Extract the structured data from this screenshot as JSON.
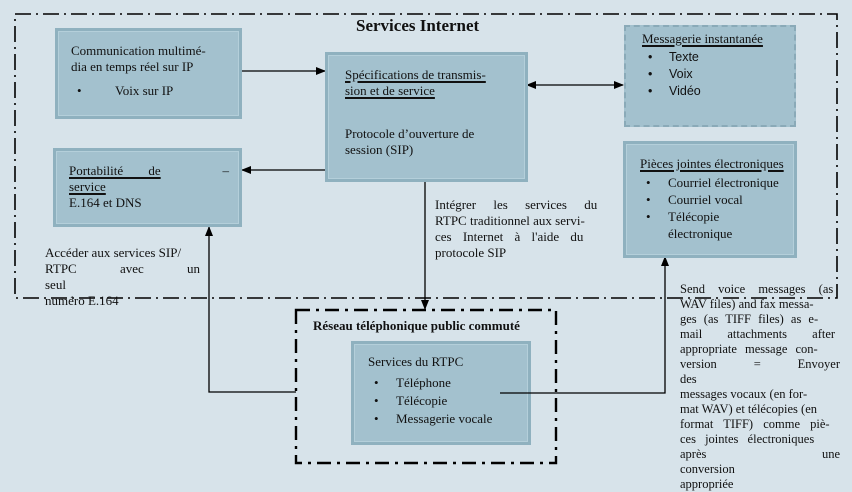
{
  "colors": {
    "background": "#d7e3ea",
    "box_fill": "#a3c1ce",
    "box_border": "#8fb1bf",
    "line": "#000000"
  },
  "regions": {
    "internet_services": {
      "title": "Services Internet",
      "border_style": "dash-dot"
    },
    "pstn": {
      "title": "Réseau téléphonique public commuté",
      "border_style": "dash-dot"
    }
  },
  "boxes": {
    "multimedia": {
      "title": "Communication multimé-dia en temps réel sur IP",
      "title_line1": "Communication multimé-",
      "title_line2": "dia en temps réel sur IP",
      "items": [
        "Voix sur IP"
      ]
    },
    "specs": {
      "title_line1": "Spécifications de transmis-",
      "title_line2": "sion et de service",
      "body_line1": "Protocole d’ouverture de",
      "body_line2": "session (SIP)"
    },
    "im": {
      "title": "Messagerie instantanée",
      "items": [
        "Texte",
        "Voix",
        "Vidéo"
      ]
    },
    "portability": {
      "title_line1": "Portabilité de service",
      "title_dash": "–",
      "title_line2": "E.164 et DNS"
    },
    "attachments": {
      "title": "Pièces jointes électroniques",
      "items": [
        "Courriel électronique",
        "Courriel vocal",
        "Télécopie électronique"
      ]
    },
    "pstn_services": {
      "title": "Services du RTPC",
      "items": [
        "Téléphone",
        "Télécopie",
        "Messagerie vocale"
      ]
    }
  },
  "annotations": {
    "integrate": "Intégrer les services du RTPC traditionnel aux servi-ces Internet à l'aide du protocole SIP",
    "integrate_lines": [
      "Intégrer les services du",
      "RTPC traditionnel aux servi-",
      "ces Internet à l'aide du",
      "protocole SIP"
    ],
    "access_lines": [
      "Accéder aux services SIP/",
      "RTPC avec un seul",
      "numéro E.164"
    ],
    "send_lines": [
      "Send voice messages (as",
      "WAV files) and fax messa-",
      "ges (as TIFF files) as e-",
      "mail attachments after",
      "appropriate message con-",
      "version = Envoyer des",
      "messages vocaux (en for-",
      "mat WAV) et télécopies (en",
      "format TIFF) comme piè-",
      "ces jointes électroniques",
      "après une conversion",
      "appropriée"
    ]
  },
  "connections": [
    {
      "from": "multimedia",
      "to": "specs",
      "arrow": "end"
    },
    {
      "from": "specs",
      "to": "im",
      "arrow": "both"
    },
    {
      "from": "specs",
      "to": "portability",
      "arrow": "end"
    },
    {
      "from": "specs",
      "to": "pstn",
      "arrow": "end"
    },
    {
      "from": "pstn",
      "to": "portability",
      "arrow": "end"
    },
    {
      "from": "pstn_services",
      "to": "attachments",
      "arrow": "end"
    }
  ]
}
